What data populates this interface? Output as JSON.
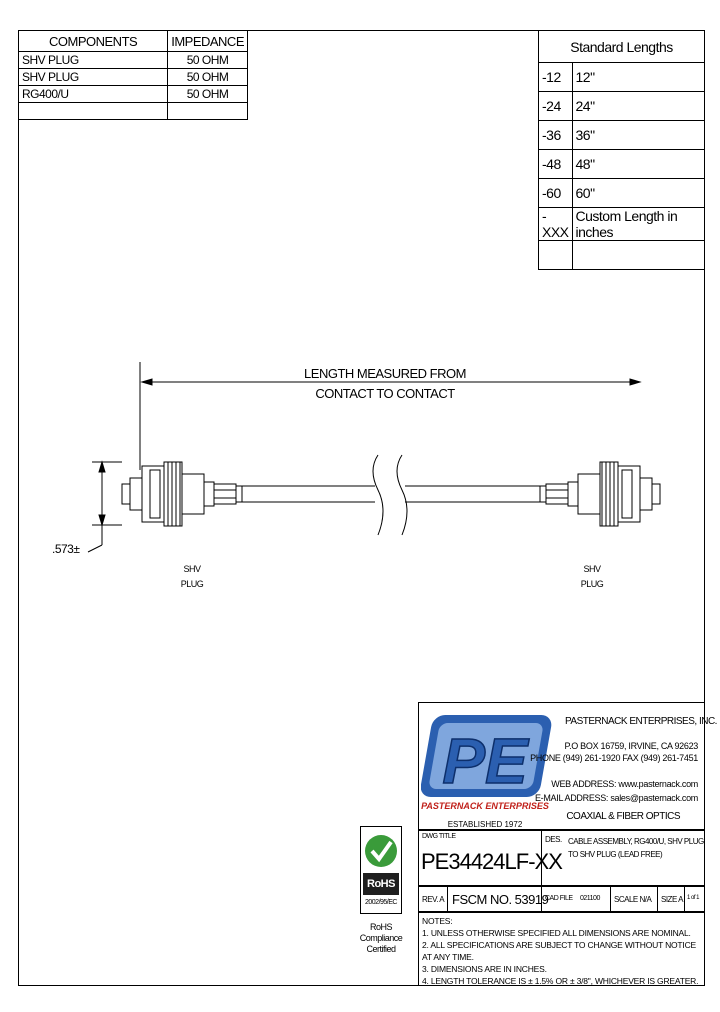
{
  "components": {
    "headers": [
      "COMPONENTS",
      "IMPEDANCE"
    ],
    "rows": [
      {
        "component": "SHV PLUG",
        "impedance": "50 OHM"
      },
      {
        "component": "SHV PLUG",
        "impedance": "50 OHM"
      },
      {
        "component": "RG400/U",
        "impedance": "50 OHM"
      },
      {
        "component": "",
        "impedance": ""
      }
    ]
  },
  "standard_lengths": {
    "title": "Standard Lengths",
    "rows": [
      {
        "code": "-12",
        "length": "12\""
      },
      {
        "code": "-24",
        "length": "24\""
      },
      {
        "code": "-36",
        "length": "36\""
      },
      {
        "code": "-48",
        "length": "48\""
      },
      {
        "code": "-60",
        "length": "60\""
      },
      {
        "code": "-XXX",
        "length": "Custom Length in inches"
      },
      {
        "code": "",
        "length": ""
      }
    ]
  },
  "drawing": {
    "length_label_line1": "LENGTH MEASURED FROM",
    "length_label_line2": "CONTACT TO CONTACT",
    "dimension": ".573±",
    "left_connector_line1": "SHV",
    "left_connector_line2": "PLUG",
    "right_connector_line1": "SHV",
    "right_connector_line2": "PLUG"
  },
  "company": {
    "logo_text": "PE",
    "logo_brand": "PASTERNACK ENTERPRISES",
    "established": "ESTABLISHED 1972",
    "name": "PASTERNACK ENTERPRISES, INC.",
    "address": "P.O BOX 16759, IRVINE, CA 92623",
    "phone": "PHONE (949) 261-1920 FAX (949) 261-7451",
    "web": "WEB ADDRESS: www.pasternack.com",
    "email": "E-MAIL ADDRESS: sales@pasternack.com",
    "division": "COAXIAL & FIBER OPTICS"
  },
  "rohs": {
    "label": "RoHS",
    "directive": "2002/95/EC",
    "caption_line1": "RoHS",
    "caption_line2": "Compliance",
    "caption_line3": "Certified",
    "colors": {
      "green": "#3a9b3a",
      "dark": "#1f1f1f"
    }
  },
  "title_block": {
    "dwg_title_label": "DWG TITLE",
    "part_number": "PE34424LF-XX",
    "des_label": "DES.",
    "description_line1": "CABLE ASSEMBLY, RG400/U, SHV PLUG",
    "description_line2": "TO SHV PLUG (LEAD FREE)",
    "rev": "REV. A",
    "fscm": "FSCM NO. 53919",
    "cad_file_label": "CAD FILE",
    "cad_file": "021100",
    "scale": "SCALE N/A",
    "size": "SIZE A",
    "sheet": "1 of 1"
  },
  "notes": {
    "title": "NOTES:",
    "items": [
      "1. UNLESS OTHERWISE SPECIFIED ALL DIMENSIONS ARE NOMINAL.",
      "2. ALL SPECIFICATIONS ARE SUBJECT TO CHANGE WITHOUT NOTICE AT ANY TIME.",
      "3. DIMENSIONS ARE IN INCHES.",
      "4. LENGTH TOLERANCE IS ± 1.5% OR ± 3/8\", WHICHEVER IS GREATER."
    ]
  },
  "colors": {
    "logo_blue": "#2b5fb0",
    "logo_light": "#7fa6dd",
    "logo_red": "#c0201a",
    "frame": "#000000"
  }
}
